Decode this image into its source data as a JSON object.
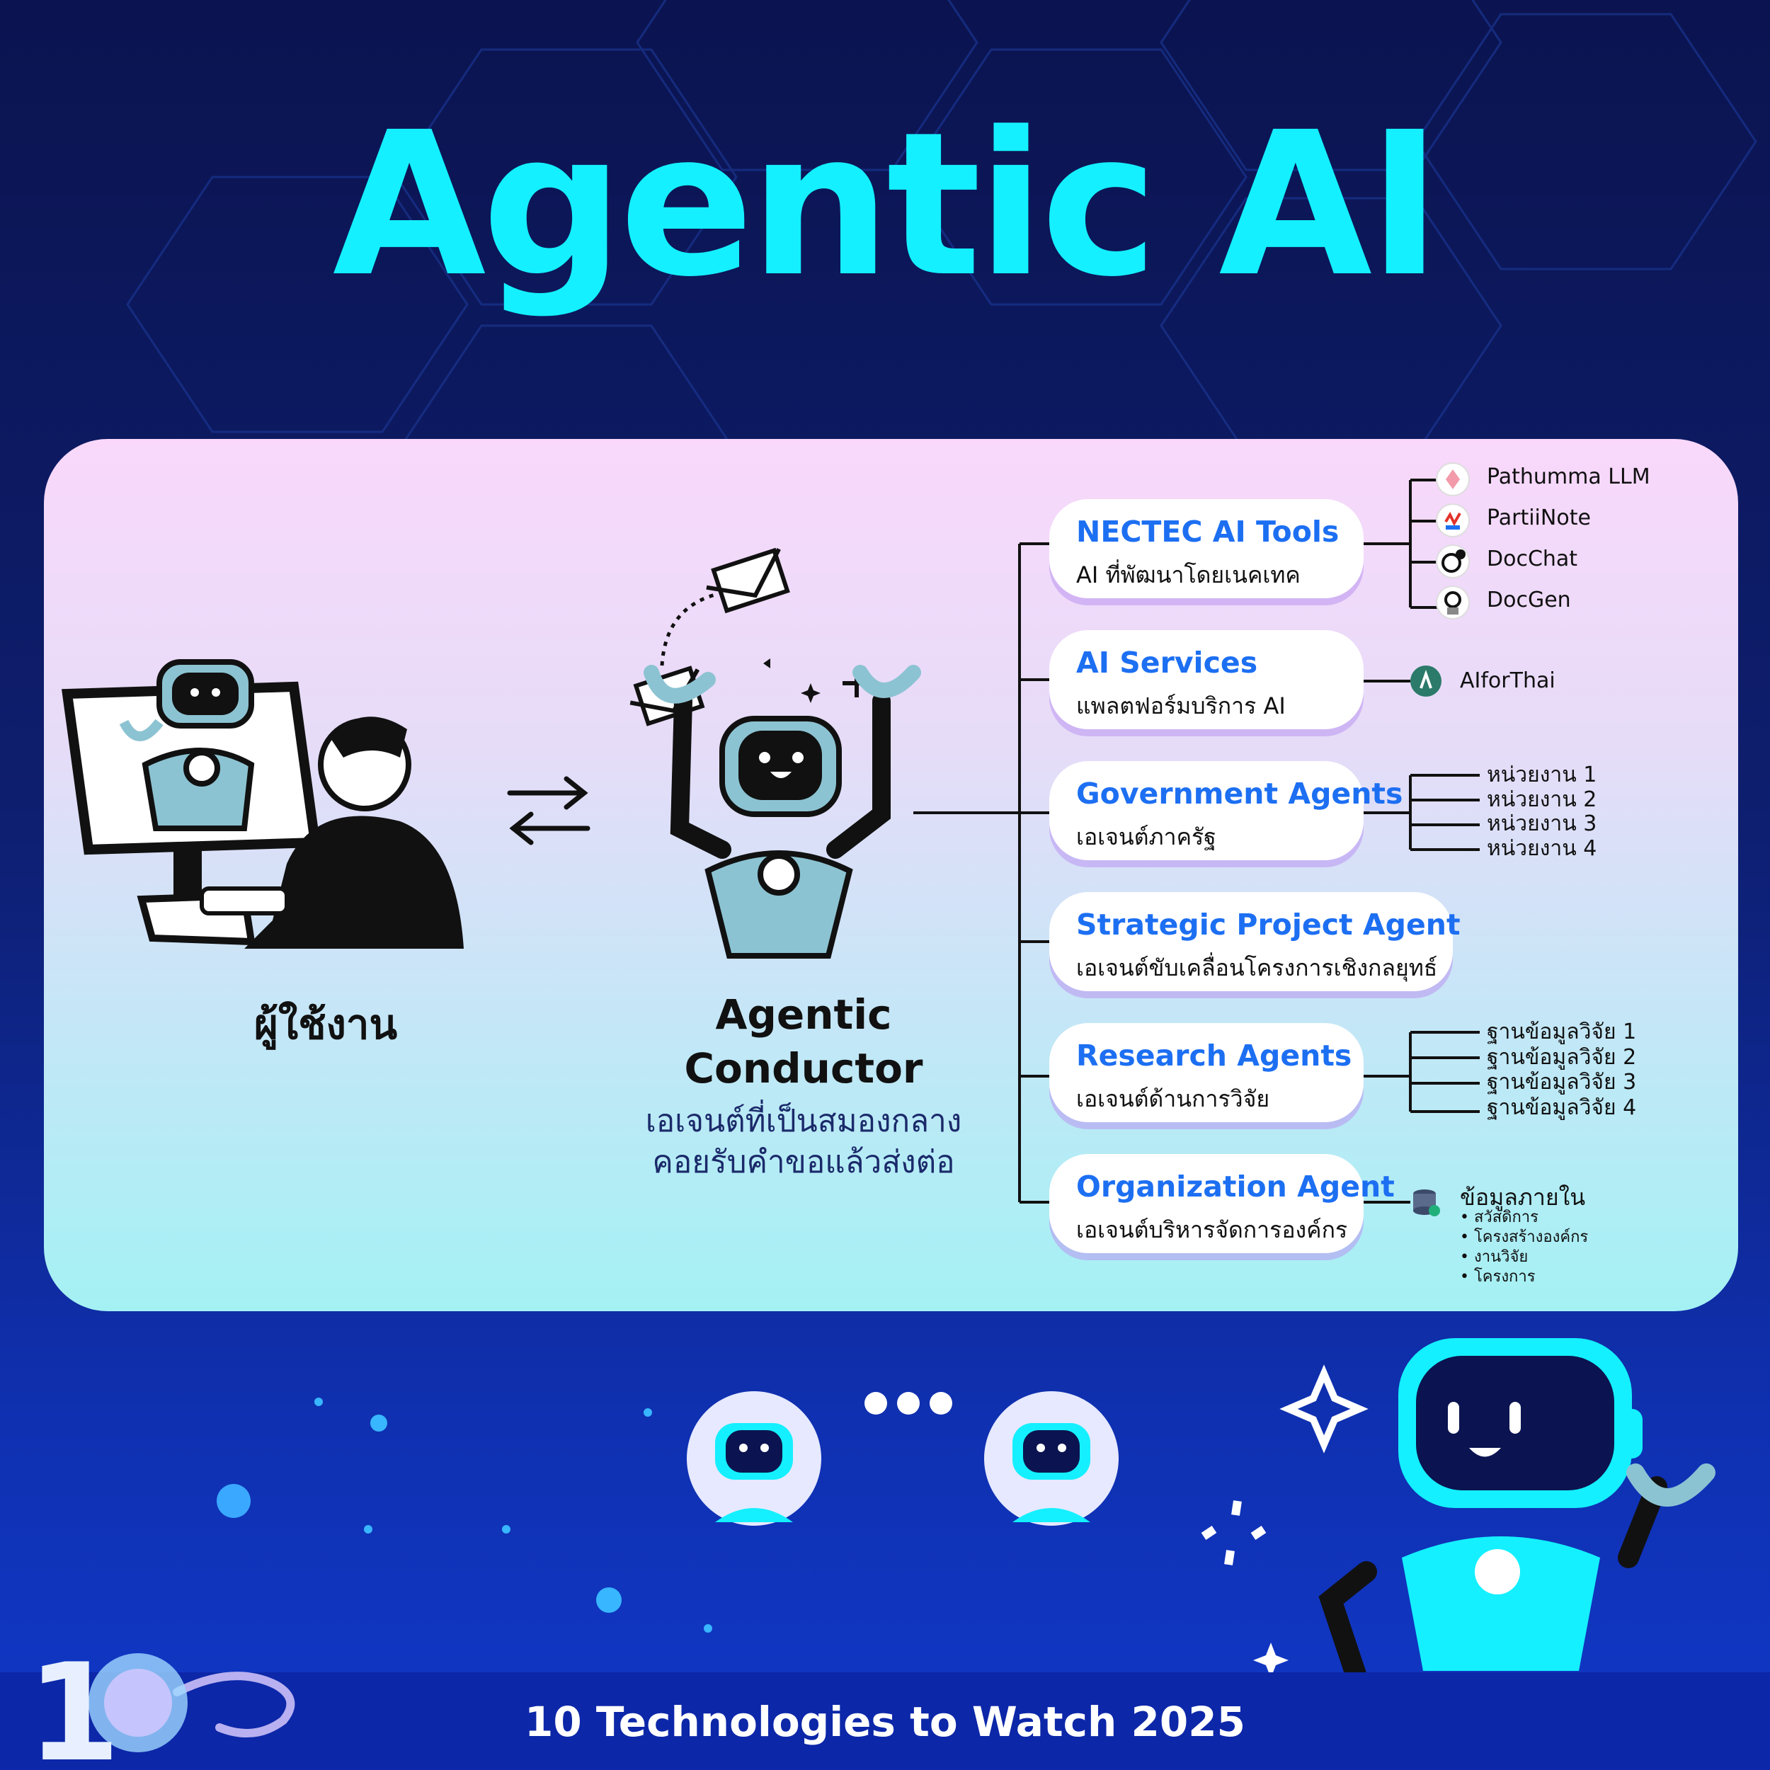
{
  "title": "Agentic AI",
  "user": {
    "label": "ผู้ใช้งาน"
  },
  "conductor": {
    "title_line1": "Agentic",
    "title_line2": "Conductor",
    "desc_line1": "เอเจนต์ที่เป็นสมองกลาง",
    "desc_line2": "คอยรับคำขอแล้วส่งต่อ"
  },
  "cards": [
    {
      "title": "NECTEC AI Tools",
      "subtitle": "AI ที่พัฒนาโดยเนคเทค"
    },
    {
      "title": "AI Services",
      "subtitle": "แพลตฟอร์มบริการ AI"
    },
    {
      "title": "Government Agents",
      "subtitle": "เอเจนต์ภาครัฐ"
    },
    {
      "title": "Strategic Project Agent",
      "subtitle": "เอเจนต์ขับเคลื่อนโครงการเชิงกลยุทธ์"
    },
    {
      "title": "Research Agents",
      "subtitle": "เอเจนต์ด้านการวิจัย"
    },
    {
      "title": "Organization Agent",
      "subtitle": "เอเจนต์บริหารจัดการองค์กร"
    }
  ],
  "nectec_tools": [
    "Pathumma LLM",
    "PartiiNote",
    "DocChat",
    "DocGen"
  ],
  "ai_services_tools": [
    "AIforThai"
  ],
  "government_units": [
    "หน่วยงาน 1",
    "หน่วยงาน 2",
    "หน่วยงาน 3",
    "หน่วยงาน 4"
  ],
  "research_databases": [
    "ฐานข้อมูลวิจัย 1",
    "ฐานข้อมูลวิจัย 2",
    "ฐานข้อมูลวิจัย 3",
    "ฐานข้อมูลวิจัย 4"
  ],
  "organization_data": {
    "label": "ข้อมูลภายใน",
    "items": [
      "• สวัสดิการ",
      "• โครงสร้างองค์กร",
      "• งานวิจัย",
      "• โครงการ"
    ]
  },
  "footer": {
    "text": "10 Technologies to Watch 2025",
    "logo_digit": "1"
  },
  "colors": {
    "title": "#14f0ff",
    "card_title": "#1d6ff2",
    "robot_body": "#8cc3d2",
    "robot_cyan": "#14f0ff"
  }
}
